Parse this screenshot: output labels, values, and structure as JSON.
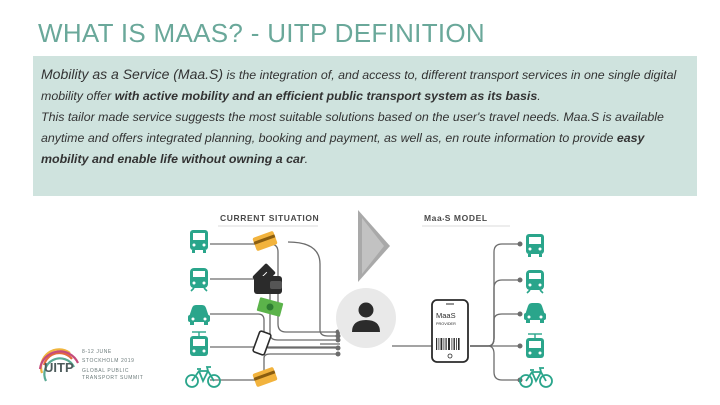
{
  "slide": {
    "title": "WHAT IS MAAS? - UITP DEFINITION"
  },
  "definition": {
    "p1_lead": "Mobility as a Service (Maa.S)",
    "p1_rest": " is the integration of, and access to, different transport services in one single digital mobility offer ",
    "p1_bold": "with active mobility and an efficient public transport system as its basis",
    "p1_end": ".",
    "p2_text": "This tailor made service suggests the most suitable solutions based on the user's travel needs. Maa.S is available anytime and offers integrated planning, booking and payment, as well as, en route information to provide ",
    "p2_bold": "easy mobility and enable life without owning a car",
    "p2_end": "."
  },
  "diagram": {
    "current_label": "CURRENT SITUATION",
    "maas_label_prefix": "Maa",
    "maas_label_suffix": "S MODEL",
    "phone_line1": "MaaS",
    "phone_line2": "PROVIDER",
    "icons_left": [
      "bus-icon",
      "train-icon",
      "car-icon",
      "tram-icon",
      "bicycle-icon"
    ],
    "icons_right": [
      "bus-icon",
      "train-icon",
      "car-icon",
      "tram-icon",
      "bicycle-icon"
    ],
    "colors": {
      "accent": "#6aa89a",
      "icon": "#2aa58b",
      "line": "#6c6c6c",
      "user": "#2b2b2b"
    }
  },
  "logo": {
    "dates": "8-12 JUNE",
    "city": "STOCKHOLM 2019",
    "brand": "UITP",
    "tagline1": "GLOBAL PUBLIC",
    "tagline2": "TRANSPORT SUMMIT"
  }
}
